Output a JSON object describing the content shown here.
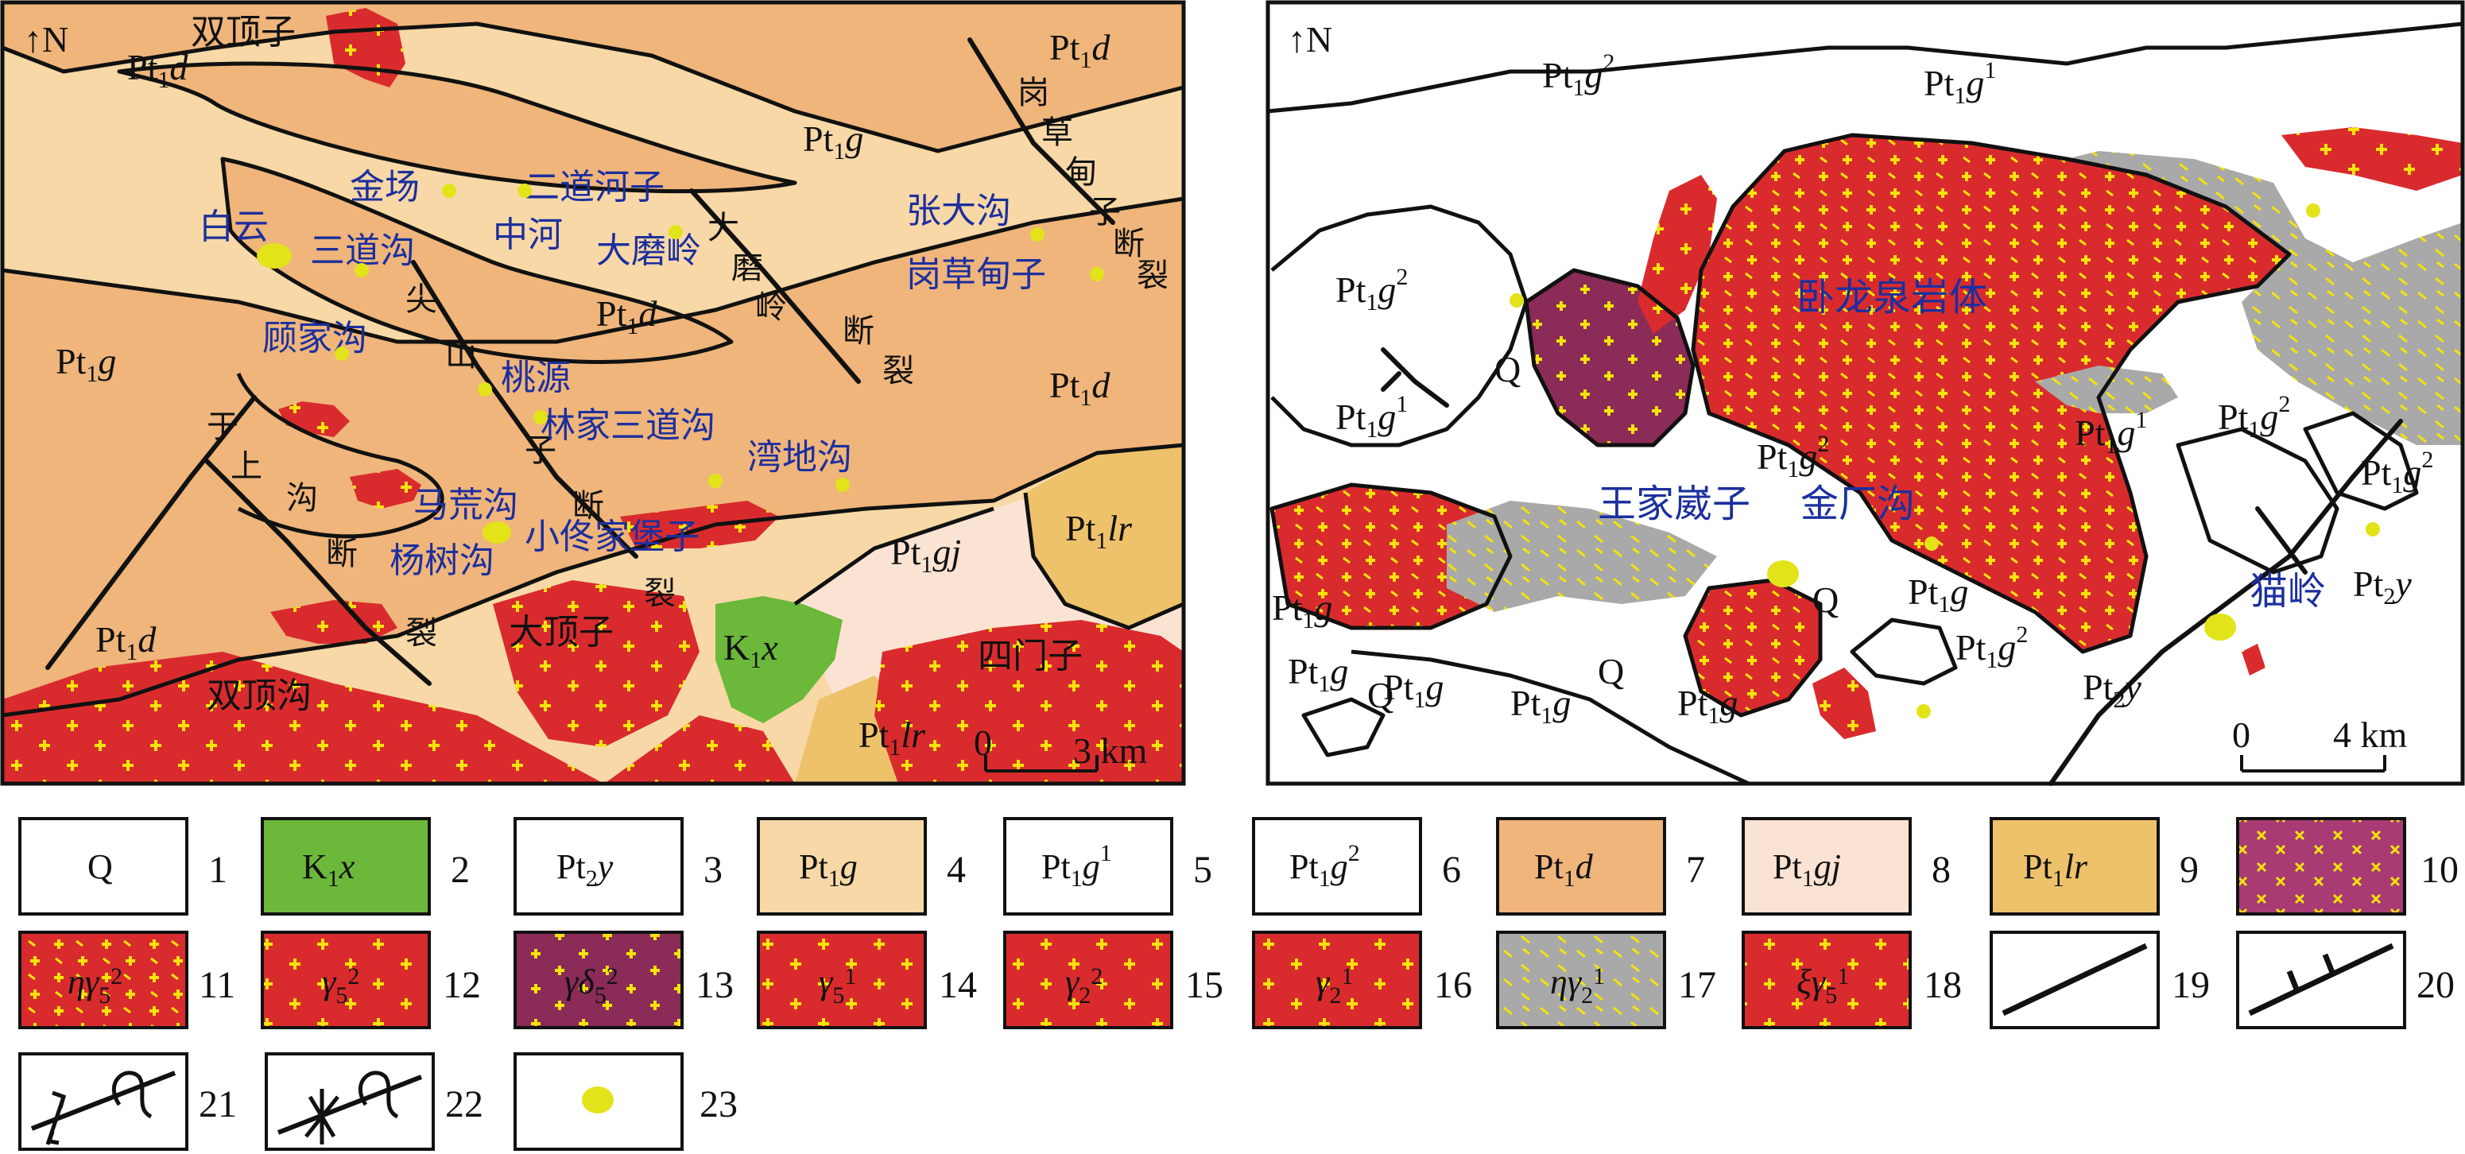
{
  "colors": {
    "Pt1g": "#f7d8a6",
    "Pt1d": "#efb57b",
    "Pt1gj": "#fbe3d4",
    "Pt1lr": "#eec26b",
    "K1x": "#6bb83a",
    "red": "#d92b2e",
    "purple": "#8a2b58",
    "gray": "#a9a9a9",
    "cross": "#f4e30c",
    "deposit": "#e3e31a",
    "place_label": "#1c2f9e"
  },
  "left_map": {
    "north_label": "N",
    "scale": {
      "zero": "0",
      "value": "3 km"
    },
    "places": [
      "白云",
      "金场",
      "三道沟",
      "二道河子",
      "中河",
      "大磨岭",
      "张大沟",
      "岗草甸子",
      "顾家沟",
      "桃源",
      "林家三道沟",
      "湾地沟",
      "马荒沟",
      "小佟家堡子",
      "杨树沟"
    ],
    "structures": [
      "双顶子",
      "双顶沟",
      "大顶子",
      "四门子",
      "岗草甸子断裂",
      "大磨岭断裂",
      "尖山子断裂",
      "于上沟断裂"
    ],
    "units": {
      "Pt1d": {
        "b": "Pt",
        "s": "1",
        "i": "d"
      },
      "Pt1g": {
        "b": "Pt",
        "s": "1",
        "i": "g"
      },
      "Pt1gj": {
        "b": "Pt",
        "s": "1",
        "i": "gj"
      },
      "Pt1lr": {
        "b": "Pt",
        "s": "1",
        "i": "lr"
      },
      "K1x": {
        "b": "K",
        "s": "1",
        "i": "x"
      }
    }
  },
  "right_map": {
    "north_label": "N",
    "scale": {
      "zero": "0",
      "value": "4 km"
    },
    "places": [
      "卧龙泉岩体",
      "王家崴子",
      "金厂沟",
      "猫岭"
    ],
    "units": {
      "Pt1g1": {
        "b": "Pt",
        "s": "1",
        "i": "g",
        "sup": "1"
      },
      "Pt1g2": {
        "b": "Pt",
        "s": "1",
        "i": "g",
        "sup": "2"
      },
      "Pt2y": {
        "b": "Pt",
        "s": "2",
        "i": "y"
      },
      "Q": {
        "b": "Q"
      }
    }
  },
  "legend": [
    {
      "num": "1",
      "label": "Q"
    },
    {
      "num": "2",
      "label": "K1x"
    },
    {
      "num": "3",
      "label": "Pt2y"
    },
    {
      "num": "4",
      "label": "Pt1g"
    },
    {
      "num": "5",
      "label": "Pt1g1"
    },
    {
      "num": "6",
      "label": "Pt1g2"
    },
    {
      "num": "7",
      "label": "Pt1d"
    },
    {
      "num": "8",
      "label": "Pt1gj"
    },
    {
      "num": "9",
      "label": "Pt1lr"
    },
    {
      "num": "10",
      "label": "diorite pattern"
    },
    {
      "num": "11",
      "label": "ηγ52"
    },
    {
      "num": "12",
      "label": "γ52"
    },
    {
      "num": "13",
      "label": "γδ52"
    },
    {
      "num": "14",
      "label": "γ51"
    },
    {
      "num": "15",
      "label": "γ22"
    },
    {
      "num": "16",
      "label": "γ21"
    },
    {
      "num": "17",
      "label": "ηγ21"
    },
    {
      "num": "18",
      "label": "ξγ51"
    },
    {
      "num": "19",
      "label": "fault"
    },
    {
      "num": "20",
      "label": "thrust"
    },
    {
      "num": "21",
      "label": "anticline"
    },
    {
      "num": "22",
      "label": "syncline"
    },
    {
      "num": "23",
      "label": "deposit"
    }
  ]
}
